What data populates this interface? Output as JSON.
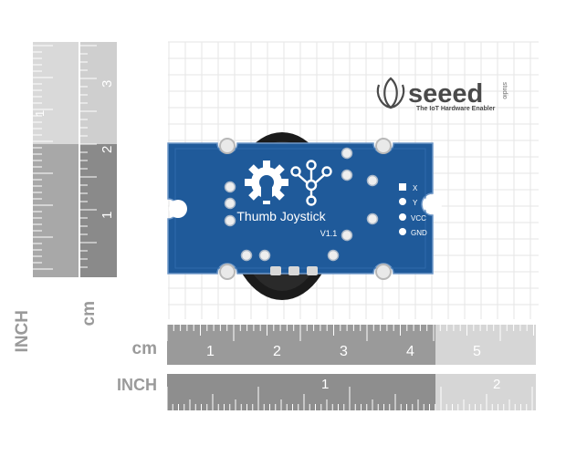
{
  "brand": {
    "name": "seeed",
    "tagline": "The IoT Hardware Enabler",
    "small_mark": "studio"
  },
  "board": {
    "title": "Thumb Joystick",
    "version": "V1.1",
    "pins": [
      "X",
      "Y",
      "VCC",
      "GND"
    ],
    "color": "#1f5a9a"
  },
  "rulers": {
    "left_inch_label": "INCH",
    "left_cm_label": "cm",
    "left_inch_numbers": [
      "1"
    ],
    "left_cm_numbers": [
      "1",
      "2",
      "3"
    ],
    "bottom_cm_label": "cm",
    "bottom_cm_numbers": [
      "1",
      "2",
      "3",
      "4",
      "5"
    ],
    "bottom_inch_label": "INCH",
    "bottom_inch_numbers": [
      "1",
      "2"
    ]
  },
  "icons": [
    "gear-icon",
    "grove-network-icon",
    "seeed-logo-icon"
  ]
}
